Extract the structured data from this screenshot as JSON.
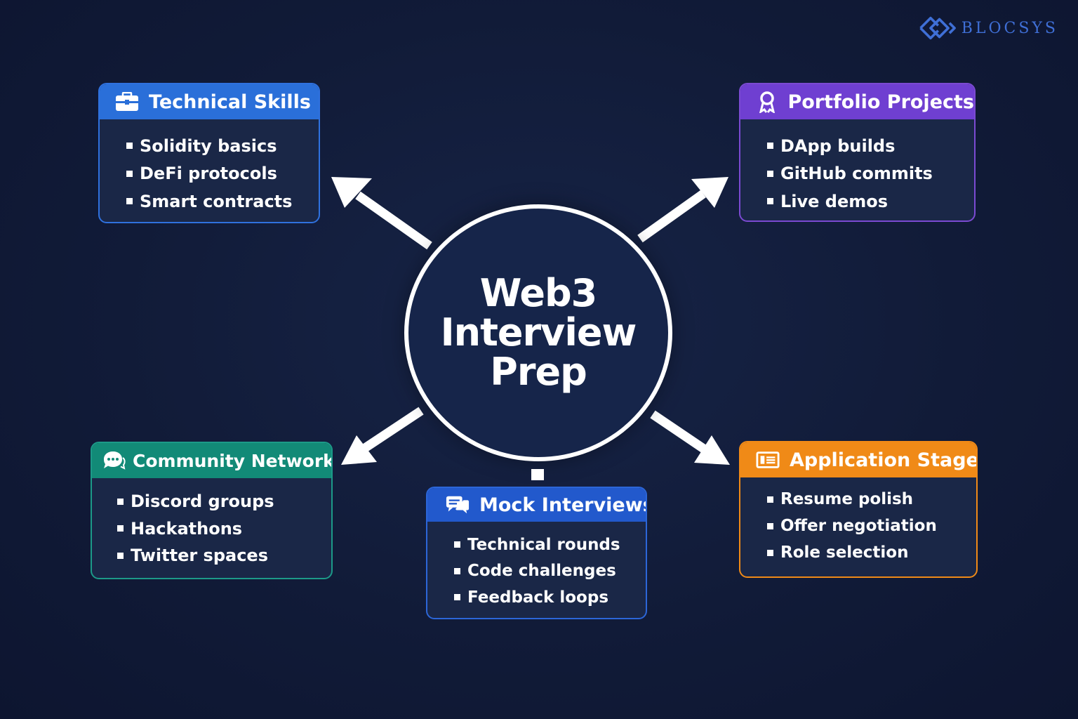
{
  "brand": {
    "name": "BLOCSYS"
  },
  "hub": {
    "title": "Web3 Interview Prep"
  },
  "colors": {
    "background": "#111b38",
    "hub_border": "#ffffff",
    "technical": "#2a6fd9",
    "portfolio": "#6f3fd1",
    "community": "#128a77",
    "mock": "#2259cc",
    "application": "#f08a17"
  },
  "cards": {
    "technical": {
      "icon": "toolbox-icon",
      "title": "Technical Skills",
      "items": [
        "Solidity basics",
        "DeFi protocols",
        "Smart contracts"
      ]
    },
    "portfolio": {
      "icon": "award-icon",
      "title": "Portfolio Projects",
      "items": [
        "DApp builds",
        "GitHub commits",
        "Live demos"
      ]
    },
    "community": {
      "icon": "chat-bubble-icon",
      "title": "Community Networking",
      "items": [
        "Discord groups",
        "Hackathons",
        "Twitter spaces"
      ]
    },
    "mock": {
      "icon": "conversation-icon",
      "title": "Mock Interviews",
      "items": [
        "Technical rounds",
        "Code challenges",
        "Feedback loops"
      ]
    },
    "application": {
      "icon": "id-card-icon",
      "title": "Application Stage",
      "items": [
        "Resume polish",
        "Offer negotiation",
        "Role selection"
      ]
    }
  }
}
